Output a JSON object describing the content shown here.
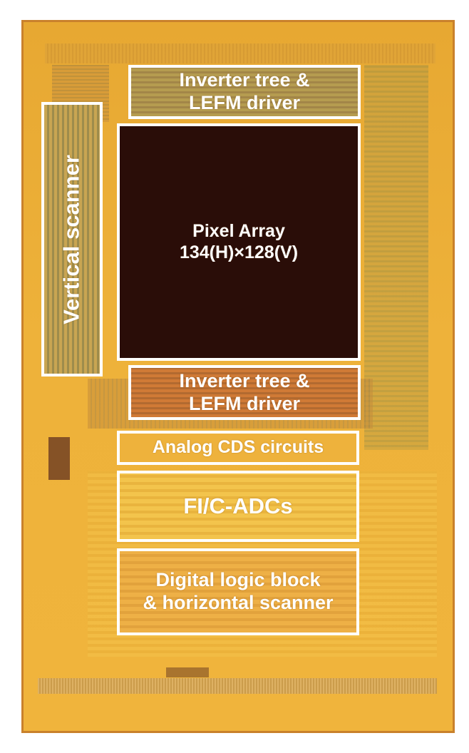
{
  "labels": {
    "inverter_top_line1": "Inverter tree &",
    "inverter_top_line2": "LEFM driver",
    "vertical_scanner": "Vertical scanner",
    "pixel_array_line1": "Pixel Array",
    "pixel_array_line2": "134(H)×128(V)",
    "inverter_bottom_line1": "Inverter tree &",
    "inverter_bottom_line2": "LEFM driver",
    "analog_cds": "Analog CDS circuits",
    "adc": "FI/C-ADCs",
    "digital_line1": "Digital logic block",
    "digital_line2": "& horizontal scanner"
  },
  "colors": {
    "die_gold": "#eeb23a",
    "die_border": "#c9812c",
    "pixel_array": "#2a0d08",
    "outline": "#ffffff"
  }
}
